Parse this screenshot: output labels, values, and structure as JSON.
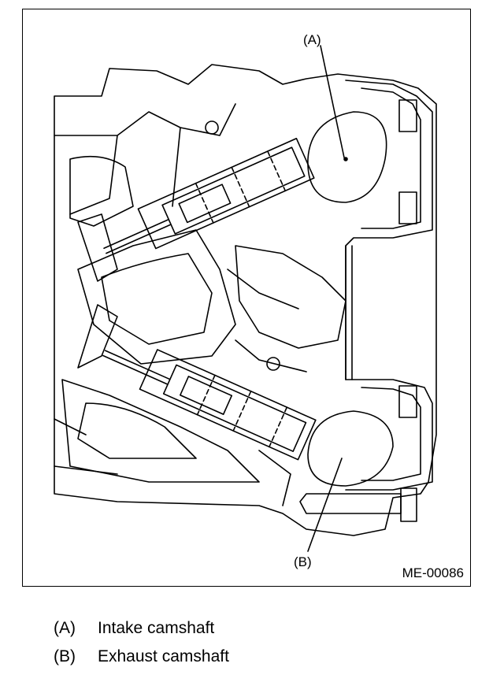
{
  "diagram": {
    "callouts": {
      "a": "(A)",
      "b": "(B)"
    },
    "figure_id": "ME-00086"
  },
  "legend": [
    {
      "key": "(A)",
      "label": "Intake camshaft"
    },
    {
      "key": "(B)",
      "label": "Exhaust camshaft"
    }
  ]
}
